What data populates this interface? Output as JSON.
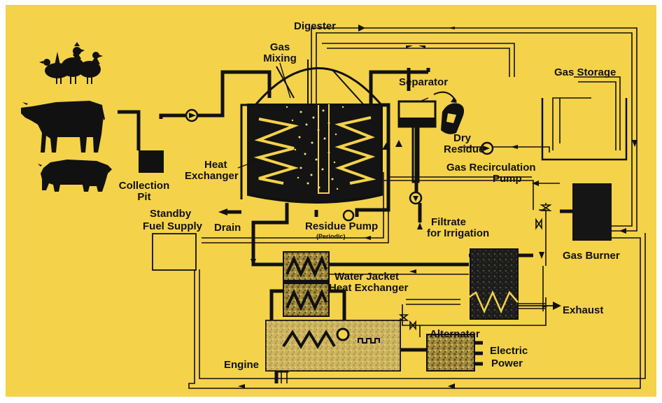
{
  "colors": {
    "background": "#f4d24a",
    "ink": "#111111",
    "liquid": "#1a1a1a",
    "bubble": "#f6e27a",
    "textured_fill": "#a58d3d",
    "page_border": "#ffffff"
  },
  "icons": [
    "chickens-icon",
    "cow-icon",
    "pig-icon",
    "pump-icon",
    "valve-icon",
    "flow-arrow-icon",
    "zigzag-coil-icon"
  ],
  "labels": {
    "digester": "Digester",
    "gas_mixing_1": "Gas",
    "gas_mixing_2": "Mixing",
    "separator": "Separator",
    "gas_storage": "Gas Storage",
    "dry_residue_1": "Dry",
    "dry_residue_2": "Residue",
    "gas_recirculation_1": "Gas Recirculation",
    "gas_recirculation_2": "Pump",
    "heat_exchanger_1": "Heat",
    "heat_exchanger_2": "Exchanger",
    "collection_pit_1": "Collection",
    "collection_pit_2": "Pit",
    "standby_fuel_1": "Standby",
    "standby_fuel_2": "Fuel Supply",
    "drain": "Drain",
    "residue_pump": "Residue Pump",
    "periodic": "(Periodic)",
    "filtrate_1": "Filtrate",
    "filtrate_2": "for Irrigation",
    "gas_burner": "Gas Burner",
    "water_jacket_1": "Water Jacket",
    "water_jacket_2": "Heat Exchanger",
    "exhaust": "Exhaust",
    "alternator": "Alternator",
    "electric_power_1": "Electric",
    "electric_power_2": "Power",
    "engine": "Engine"
  }
}
